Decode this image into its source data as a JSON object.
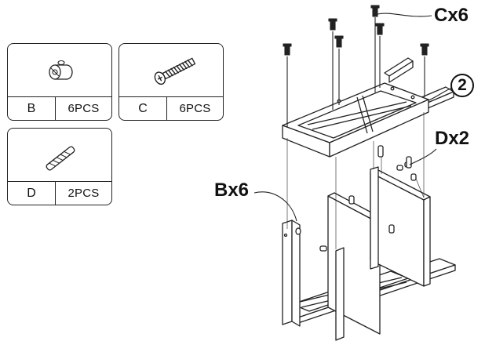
{
  "parts": [
    {
      "id": "B",
      "qty": "6PCS",
      "icon": "cam-lock-nut-icon"
    },
    {
      "id": "C",
      "qty": "6PCS",
      "icon": "screw-bolt-icon"
    },
    {
      "id": "D",
      "qty": "2PCS",
      "icon": "wooden-dowel-icon"
    }
  ],
  "callouts": {
    "c": "Cx6",
    "d": "Dx2",
    "b": "Bx6"
  },
  "step": "2"
}
